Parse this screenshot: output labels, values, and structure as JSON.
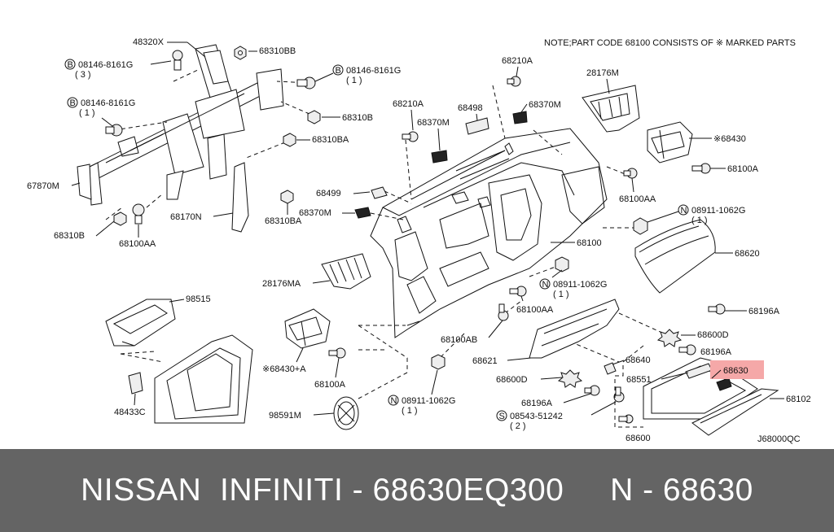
{
  "note": "NOTE;PART CODE 68100 CONSISTS OF ※ MARKED PARTS",
  "diagram_code": "J68000QC",
  "highlight_color": "#f5a8a8",
  "labels": {
    "l48320x": "48320X",
    "l68310bb": "68310BB",
    "l08146a": "08146-8161G",
    "l08146a_q": "( 3 )",
    "l08146b": "08146-8161G",
    "l08146b_q": "( 1 )",
    "l08146c": "08146-8161G",
    "l08146c_q": "( 1 )",
    "l68310b_a": "68310B",
    "l68310ba_a": "68310BA",
    "l67870m": "67870M",
    "l68170n": "68170N",
    "l68310b_b": "68310B",
    "l68100aa_a": "68100AA",
    "l68310ba_b": "68310BA",
    "l68210a_a": "68210A",
    "l68210a_b": "68210A",
    "l68498": "68498",
    "l68370m_a": "68370M",
    "l68370m_b": "68370M",
    "l68370m_c": "68370M",
    "l28176m": "28176M",
    "l68430": "※68430",
    "l68100a_a": "68100A",
    "l68100aa_b": "68100AA",
    "l08911a": "08911-1062G",
    "l08911a_q": "( 1 )",
    "l68499": "68499",
    "l68100": "68100",
    "l68620": "68620",
    "l28176ma": "28176MA",
    "l98515": "98515",
    "l08911b": "08911-1062G",
    "l08911b_q": "( 1 )",
    "l68100aa_c": "68100AA",
    "l68196a_a": "68196A",
    "l68100ab": "68100AB",
    "l68600d_a": "68600D",
    "l68196a_b": "68196A",
    "l68621": "68621",
    "l68640": "68640",
    "l68630": "68630",
    "l68430a": "※68430+A",
    "l68100a_b": "68100A",
    "l68551": "68551",
    "l68600d_b": "68600D",
    "l68102": "68102",
    "l48433c": "48433C",
    "l08911c": "08911-1062G",
    "l08911c_q": "( 1 )",
    "l68196a_c": "68196A",
    "l98591m": "98591M",
    "l08543": "08543-51242",
    "l08543_q": "( 2 )",
    "l68600": "68600"
  },
  "circle_prefixes": {
    "bolt": "B",
    "nut": "N",
    "screw": "S"
  },
  "banner": {
    "brand": "NISSAN",
    "line": "INFINITI",
    "sep1": "-",
    "part_number": "68630EQ300",
    "code_prefix": "N",
    "sep2": "-",
    "part_code": "68630"
  }
}
